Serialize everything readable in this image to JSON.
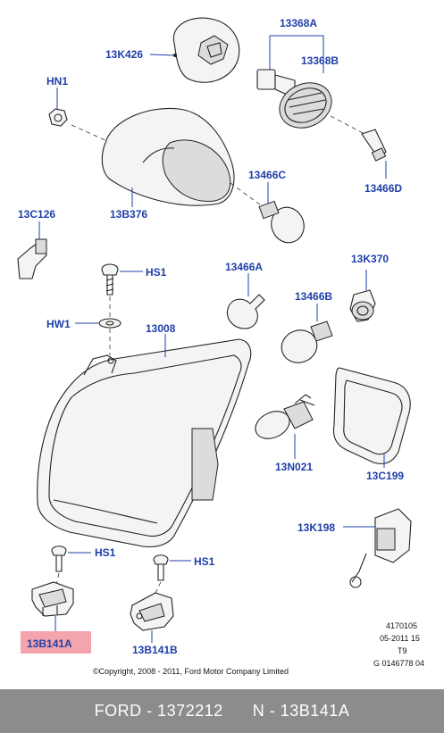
{
  "callouts": {
    "13368A": "13368A",
    "13K426": "13K426",
    "13368B": "13368B",
    "HN1": "HN1",
    "13466C": "13466C",
    "13466D": "13466D",
    "13C126": "13C126",
    "13B376": "13B376",
    "HS1_top": "HS1",
    "13466A": "13466A",
    "13K370": "13K370",
    "13466B": "13466B",
    "HW1": "HW1",
    "13008": "13008",
    "13N021": "13N021",
    "13C199": "13C199",
    "13K198": "13K198",
    "HS1_left": "HS1",
    "HS1_right": "HS1",
    "13B141A": "13B141A",
    "13B141B": "13B141B"
  },
  "meta": {
    "line1": "4170105",
    "line2": "05-2011 15",
    "line3": "T9",
    "line4": "G 0146778 04"
  },
  "copyright": "©Copyright, 2008 - 2011, Ford Motor Company Limited",
  "footer": {
    "brand_part": "FORD - 1372212",
    "number": "N - 13B141A"
  },
  "colors": {
    "callout": "#1f3fa8",
    "highlight": "#f4a4ad",
    "footer_bg": "#8c8c8c"
  }
}
